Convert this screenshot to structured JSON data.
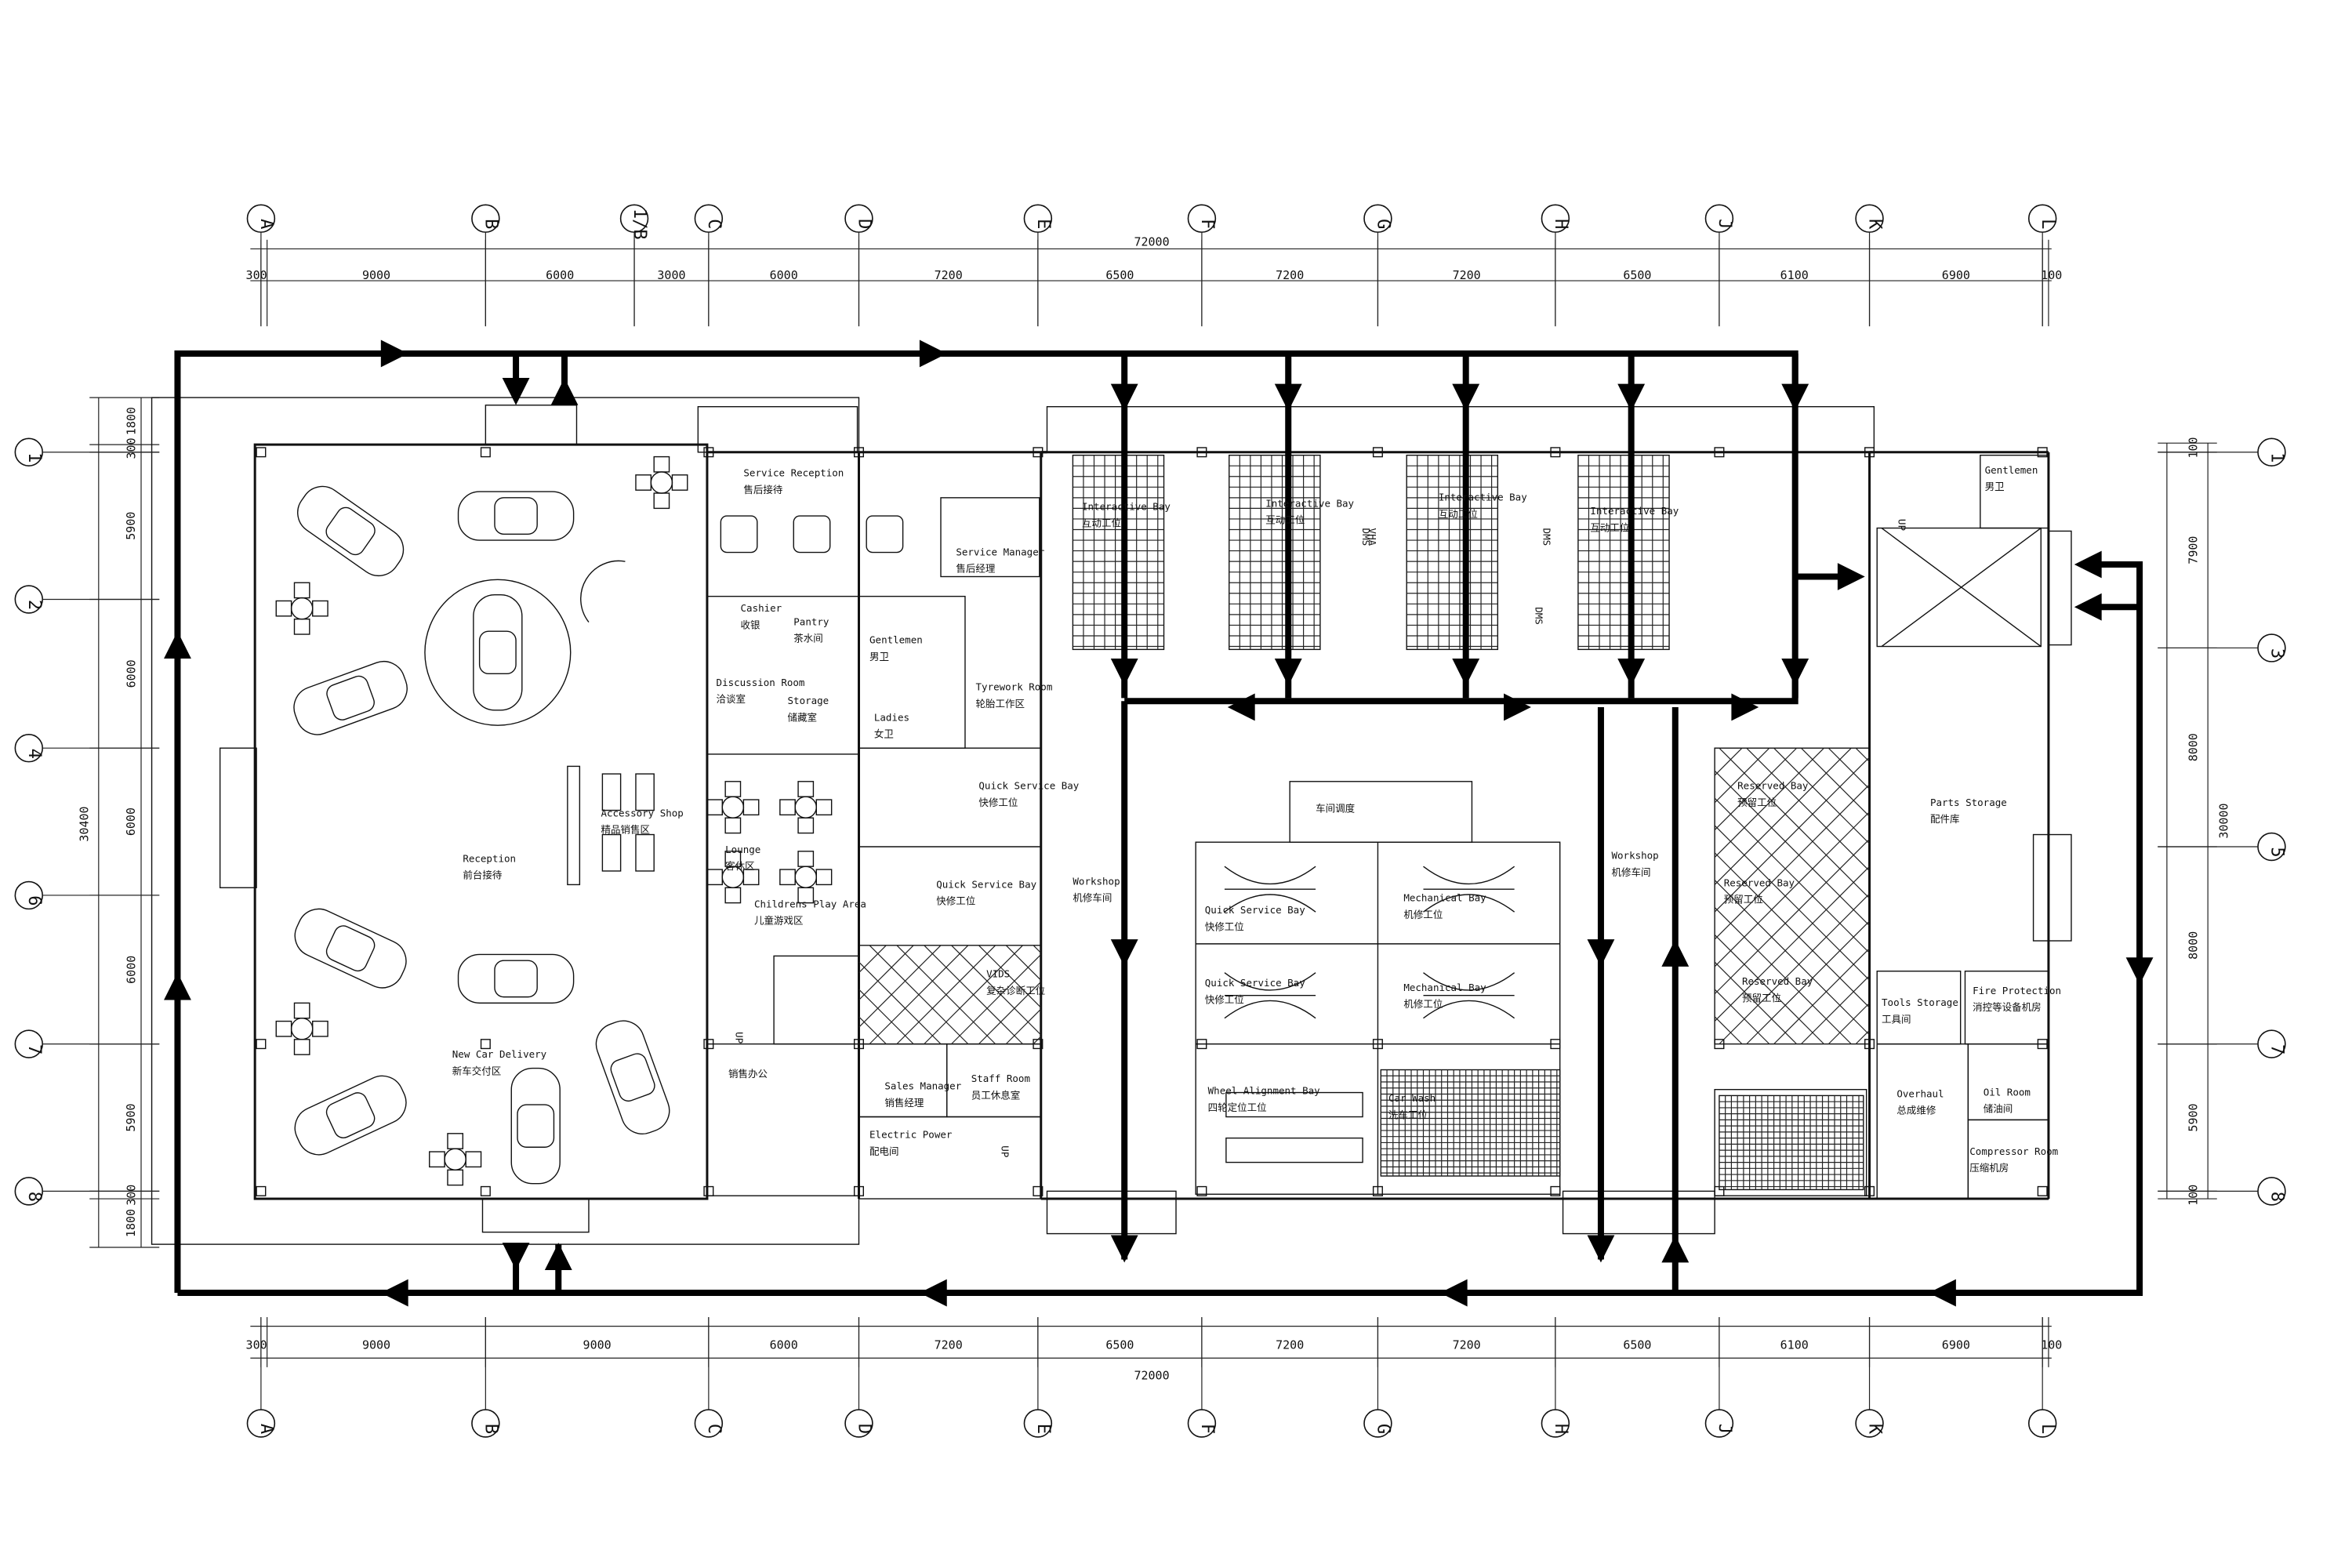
{
  "grid": {
    "columns_top": [
      "A",
      "B",
      "1/B",
      "C",
      "D",
      "E",
      "F",
      "G",
      "H",
      "J",
      "K",
      "L"
    ],
    "columns_bottom": [
      "A",
      "B",
      "C",
      "D",
      "E",
      "F",
      "G",
      "H",
      "J",
      "K",
      "L"
    ],
    "rows_left": [
      "1",
      "2",
      "4",
      "6",
      "7",
      "8"
    ],
    "rows_right": [
      "1",
      "3",
      "5",
      "7",
      "8"
    ]
  },
  "dimensions": {
    "top_total": "72000",
    "top_segments": [
      "300",
      "9000",
      "6000",
      "3000",
      "6000",
      "7200",
      "6500",
      "7200",
      "7200",
      "6500",
      "6100",
      "6900",
      "100"
    ],
    "bottom_total": "72000",
    "bottom_segments": [
      "300",
      "9000",
      "9000",
      "6000",
      "7200",
      "6500",
      "7200",
      "7200",
      "6500",
      "6100",
      "6900",
      "100"
    ],
    "left_total": "30400",
    "left_segments": [
      "1800",
      "300",
      "5900",
      "6000",
      "6000",
      "6000",
      "5900",
      "300",
      "1800"
    ],
    "right_total": "30000",
    "right_segments": [
      "100",
      "7900",
      "8000",
      "8000",
      "5900",
      "100"
    ]
  },
  "rooms": [
    {
      "en": "Service Reception",
      "zh": "售后接待"
    },
    {
      "en": "Service Manager",
      "zh": "售后经理"
    },
    {
      "en": "Cashier",
      "zh": "收银"
    },
    {
      "en": "Pantry",
      "zh": "茶水间"
    },
    {
      "en": "Gentlemen",
      "zh": "男卫"
    },
    {
      "en": "Ladies",
      "zh": "女卫"
    },
    {
      "en": "Discussion Room",
      "zh": "洽谈室"
    },
    {
      "en": "Storage",
      "zh": "储藏室"
    },
    {
      "en": "Tyrework Room",
      "zh": "轮胎工作区"
    },
    {
      "en": "Accessory Shop",
      "zh": "精品销售区"
    },
    {
      "en": "Reception",
      "zh": "前台接待"
    },
    {
      "en": "Lounge",
      "zh": "客休区"
    },
    {
      "en": "Childrens Play Area",
      "zh": "儿童游戏区"
    },
    {
      "en": "New Car Delivery",
      "zh": "新车交付区"
    },
    {
      "en": "",
      "zh": "销售办公"
    },
    {
      "en": "Sales Manager",
      "zh": "销售经理"
    },
    {
      "en": "Staff Room",
      "zh": "员工休息室"
    },
    {
      "en": "Electric Power",
      "zh": "配电间"
    },
    {
      "en": "Quick Service Bay",
      "zh": "快修工位"
    },
    {
      "en": "Quick Service Bay",
      "zh": "快修工位"
    },
    {
      "en": "VIDS",
      "zh": "复杂诊断工位"
    },
    {
      "en": "Workshop",
      "zh": "机修车间"
    },
    {
      "en": "",
      "zh": "车间调度"
    },
    {
      "en": "Quick Service Bay",
      "zh": "快修工位"
    },
    {
      "en": "Quick Service Bay",
      "zh": "快修工位"
    },
    {
      "en": "Mechanical Bay",
      "zh": "机修工位"
    },
    {
      "en": "Mechanical Bay",
      "zh": "机修工位"
    },
    {
      "en": "Wheel Alignment Bay",
      "zh": "四轮定位工位"
    },
    {
      "en": "Car Wash",
      "zh": "洗车工位"
    },
    {
      "en": "Workshop",
      "zh": "机修车间"
    },
    {
      "en": "Reserved Bay",
      "zh": "预留工位"
    },
    {
      "en": "Reserved Bay",
      "zh": "预留工位"
    },
    {
      "en": "Reserved Bay",
      "zh": "预留工位"
    },
    {
      "en": "Parts Storage",
      "zh": "配件库"
    },
    {
      "en": "Gentlemen",
      "zh": "男卫"
    },
    {
      "en": "Tools Storage",
      "zh": "工具间"
    },
    {
      "en": "Fire Protection",
      "zh": "消控等设备机房"
    },
    {
      "en": "Overhaul",
      "zh": "总成维修"
    },
    {
      "en": "Oil Room",
      "zh": "储油间"
    },
    {
      "en": "Compressor Room",
      "zh": "压缩机房"
    },
    {
      "en": "Interactive Bay",
      "zh": "互动工位"
    },
    {
      "en": "Interactive Bay",
      "zh": "互动工位"
    },
    {
      "en": "Interactive Bay",
      "zh": "互动工位"
    },
    {
      "en": "Interactive Bay",
      "zh": "互动工位"
    }
  ],
  "marks": [
    "UP",
    "UP",
    "UP",
    "DMS",
    "DMS",
    "DMS",
    "VHA"
  ]
}
